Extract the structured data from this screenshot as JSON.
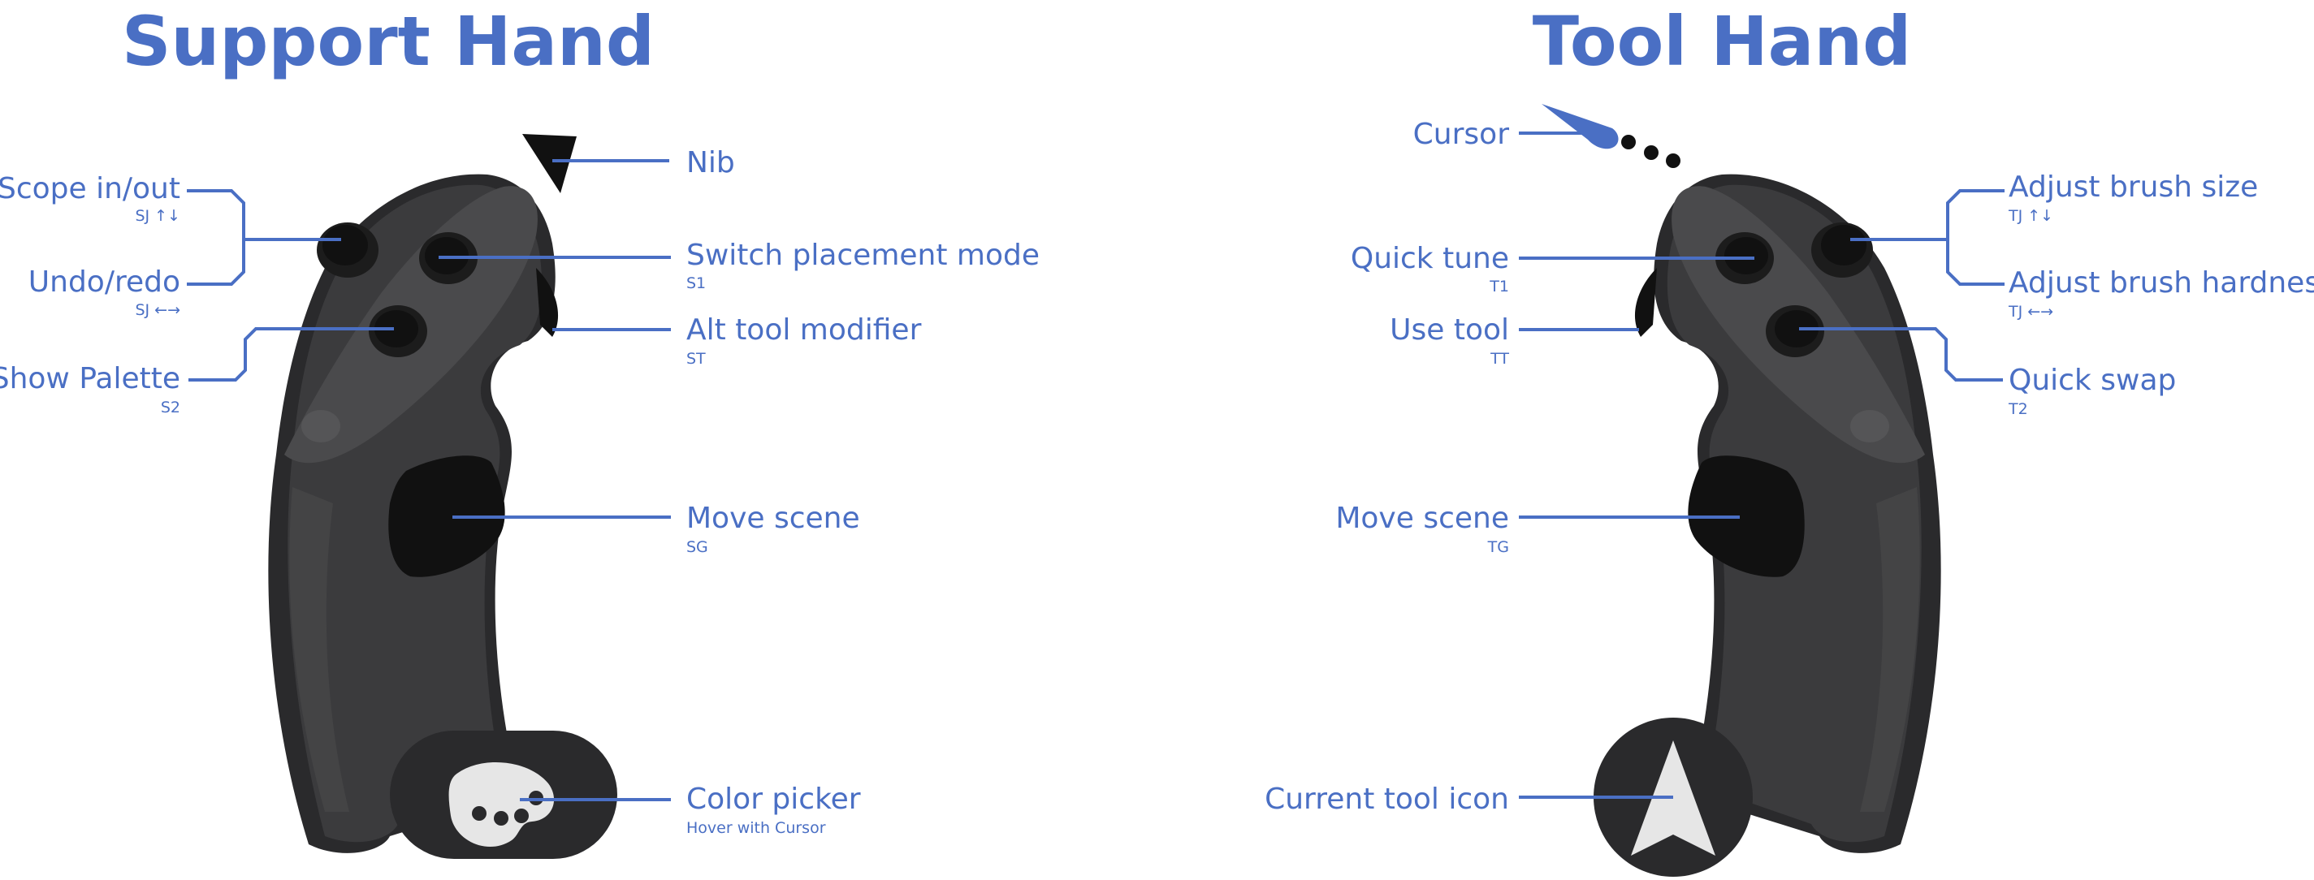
{
  "titles": {
    "support": "Support Hand",
    "tool": "Tool Hand"
  },
  "support": {
    "nib": {
      "label": "Nib"
    },
    "scope": {
      "label": "Scope in/out",
      "sub": "SJ ↑↓"
    },
    "undo": {
      "label": "Undo/redo",
      "sub": "SJ ←→"
    },
    "palette": {
      "label": "Show Palette",
      "sub": "S2"
    },
    "placement": {
      "label": "Switch placement mode",
      "sub": "S1"
    },
    "alt": {
      "label": "Alt tool modifier",
      "sub": "ST"
    },
    "move": {
      "label": "Move scene",
      "sub": "SG"
    },
    "color": {
      "label": "Color picker",
      "sub": "Hover with Cursor"
    }
  },
  "tool": {
    "cursor": {
      "label": "Cursor"
    },
    "quicktune": {
      "label": "Quick tune",
      "sub": "T1"
    },
    "usetool": {
      "label": "Use tool",
      "sub": "TT"
    },
    "move": {
      "label": "Move scene",
      "sub": "TG"
    },
    "current": {
      "label": "Current tool icon"
    },
    "brushsize": {
      "label": "Adjust brush size",
      "sub": "TJ ↑↓"
    },
    "hardness": {
      "label": "Adjust brush hardness",
      "sub": "TJ ←→"
    },
    "swap": {
      "label": "Quick swap",
      "sub": "T2"
    }
  },
  "colors": {
    "accent": "#4a6fc4",
    "controller": "#3b3b3d",
    "button": "#111111"
  }
}
